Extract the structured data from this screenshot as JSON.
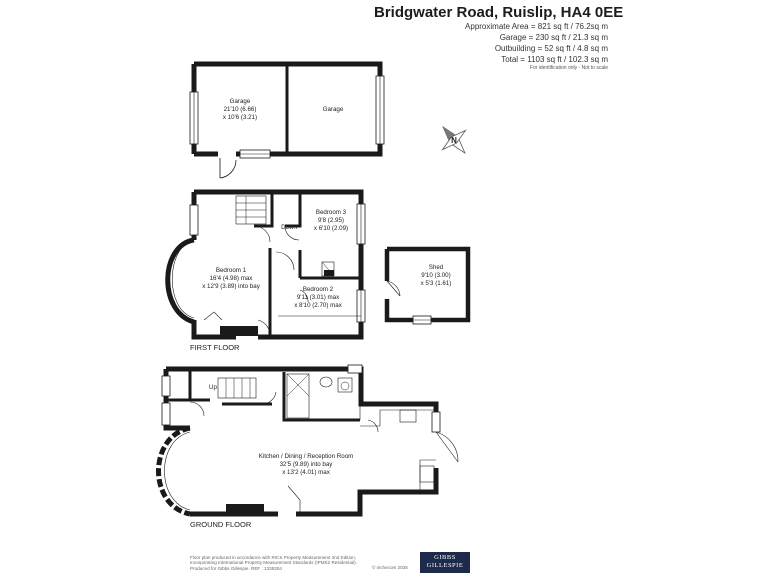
{
  "header": {
    "title": "Bridgwater Road, Ruislip, HA4 0EE",
    "areas": [
      "Approximate Area = 821 sq ft / 76.2sq m",
      "Garage = 230 sq ft / 21.3 sq m",
      "Outbuilding = 52 sq ft / 4.8 sq m",
      "Total = 1103 sq ft / 102.3 sq m"
    ],
    "note": "For identification only - Not to scale"
  },
  "compass": {
    "letter": "N",
    "icon": "north-arrow-icon"
  },
  "rooms": {
    "garage": {
      "name": "Garage",
      "dim1": "21'10 (6.66)",
      "dim2": "x 10'6 (3.21)"
    },
    "garage_right": {
      "name": "Garage"
    },
    "bedroom3": {
      "name": "Bedroom 3",
      "dim1": "9'8 (2.95)",
      "dim2": "x 6'10 (2.09)"
    },
    "bedroom1": {
      "name": "Bedroom 1",
      "dim1": "16'4 (4.98) max",
      "dim2": "x 12'9 (3.89) into bay"
    },
    "bedroom2": {
      "name": "Bedroom 2",
      "dim1": "9'11 (3.01) max",
      "dim2": "x 8'10 (2.70) max"
    },
    "shed": {
      "name": "Shed",
      "dim1": "9'10 (3.00)",
      "dim2": "x 5'3 (1.61)"
    },
    "kitchen": {
      "name": "Kitchen / Dining / Reception Room",
      "dim1": "32'5 (9.89) into bay",
      "dim2": "x 13'2 (4.01) max"
    }
  },
  "stairs": {
    "down": "Down",
    "up": "Up"
  },
  "floors": {
    "first": "FIRST FLOOR",
    "ground": "GROUND FLOOR"
  },
  "footer": {
    "lines": [
      "Floor plan produced in accordance with RICS Property Measurement 2nd Edition,",
      "Incorporating International Property Measurement Standards (IPMS2 Residential).",
      "Produced for Gibbs Gillespie.    REF : 1335304"
    ],
    "copyright": "© nichecom 2025",
    "logo_line1": "GIBBS",
    "logo_line2": "GILLESPIE"
  }
}
